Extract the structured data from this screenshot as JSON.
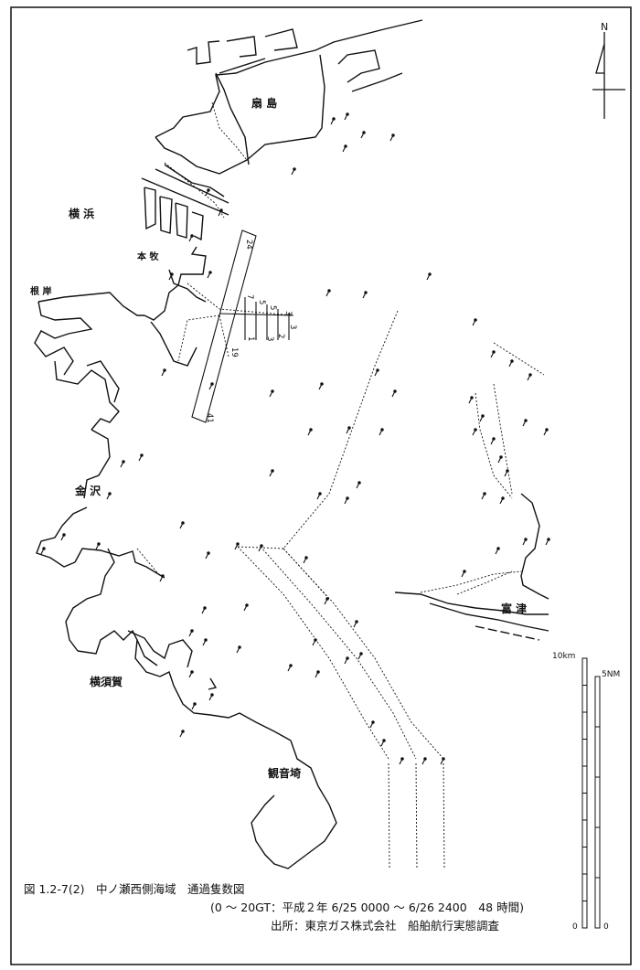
{
  "labels": {
    "ougishima": "扇 島",
    "yokohama": "横 浜",
    "honmoku": "本 牧",
    "negishi": "根 岸",
    "kanazawa": "金 沢",
    "yokosuka": "横須賀",
    "kannonzaki": "観音埼",
    "futtsu": "富 津"
  },
  "north_label": "N",
  "scale": {
    "km_label": "10km",
    "nm_label": "5NM",
    "zero_km": "0",
    "zero_nm": "0"
  },
  "counts": {
    "honmoku_line": "24",
    "line_a": "7",
    "line_b": "5",
    "line_c": "5",
    "line_d": "3",
    "line_e": "1",
    "line_f": "3",
    "line_g": "2",
    "line_h": "3",
    "line_i": "19",
    "line_j": "41"
  },
  "caption": {
    "line1": "図 1.2-7(2)　中ノ瀬西側海域　通過隻数図",
    "line2": "(0 ～ 20GT：平成２年 6/25 0000 ～ 6/26 2400　48 時間)",
    "line3": "出所：東京ガス株式会社　船舶航行実態調査"
  }
}
